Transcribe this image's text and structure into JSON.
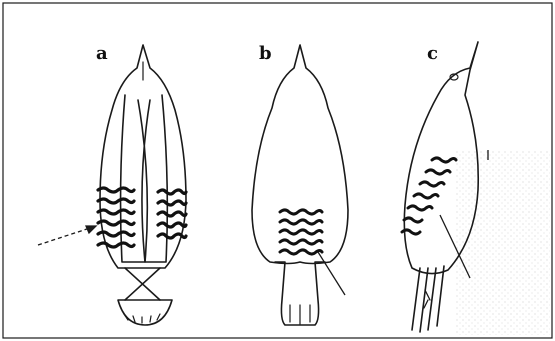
{
  "figure": {
    "panels": [
      {
        "label": "a"
      },
      {
        "label": "b"
      },
      {
        "label": "c"
      }
    ],
    "ink_color": "#1a1a1a",
    "background_color": "#ffffff"
  }
}
